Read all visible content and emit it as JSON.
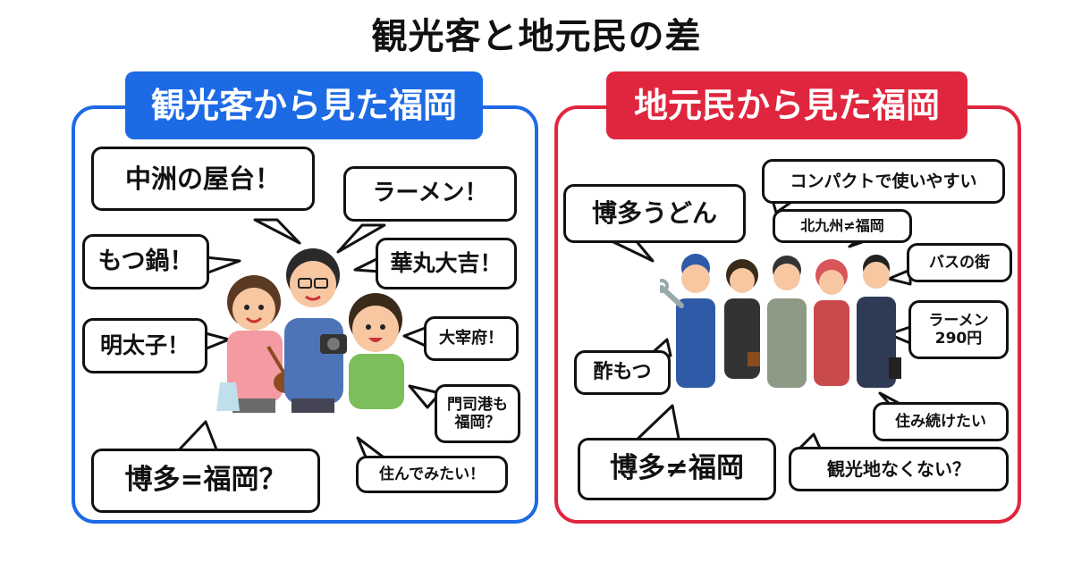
{
  "title": "観光客と地元民の差",
  "left": {
    "tab": "観光客から見た福岡",
    "bubbles": [
      "中洲の屋台！",
      "ラーメン！",
      "もつ鍋！",
      "華丸大吉！",
      "明太子！",
      "大宰府！",
      "門司港も\n福岡？",
      "博多=福岡？",
      "住んでみたい！"
    ]
  },
  "right": {
    "tab": "地元民から見た福岡",
    "bubbles": [
      "コンパクトで使いやすい",
      "博多うどん",
      "北九州≠福岡",
      "バスの街",
      "ラーメン\n290円",
      "酢もつ",
      "住み続けたい",
      "博多≠福岡",
      "観光地なくない？"
    ]
  },
  "colors": {
    "tourist": "#1d6ae5",
    "local": "#e0263e"
  }
}
